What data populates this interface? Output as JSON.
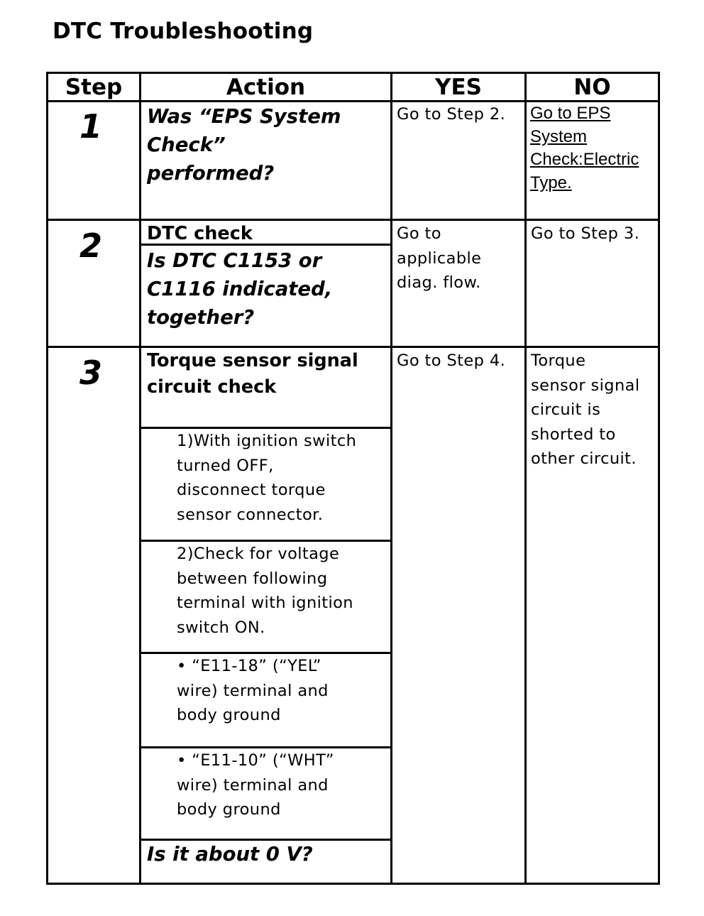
{
  "title": "DTC Troubleshooting",
  "headers": {
    "step": "Step",
    "action": "Action",
    "yes": "YES",
    "no": "NO"
  },
  "rows": [
    {
      "step": "1",
      "question": "Was “EPS System\nCheck”\nperformed?",
      "yes": "Go to Step 2.",
      "no_link": "Go to EPS \nSystem \nCheck:Electric \nType."
    },
    {
      "step": "2",
      "action_title": "DTC check",
      "question": "Is DTC C1153 or\nC1116 indicated,\ntogether?",
      "yes": "Go to\napplicable\ndiag. flow.",
      "no": "Go to Step 3."
    },
    {
      "step": "3",
      "action_title": "Torque sensor signal\ncircuit check",
      "substeps": [
        "1)With ignition switch\nturned OFF,\ndisconnect torque\nsensor connector.",
        "2)Check for voltage\nbetween following\nterminal with ignition\nswitch ON.",
        "• “E11-18” (“YEL”\nwire) terminal and\nbody ground",
        "• “E11-10” (“WHT”\nwire) terminal and\nbody ground"
      ],
      "question": "Is it about 0 V?",
      "yes": "Go to Step 4.",
      "no": "Torque\nsensor signal\ncircuit is\nshorted to\nother circuit."
    }
  ]
}
